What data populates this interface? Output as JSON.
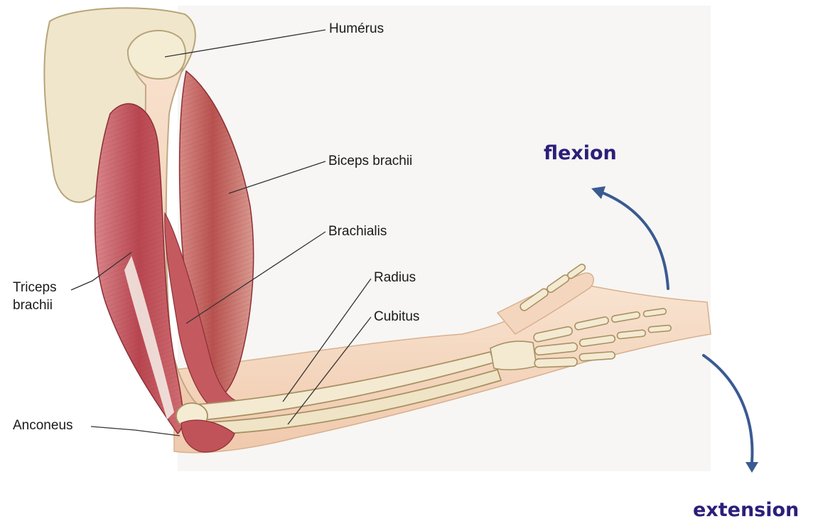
{
  "labels": {
    "humerus": "Humérus",
    "biceps": "Biceps brachii",
    "brachialis": "Brachialis",
    "radius": "Radius",
    "cubitus": "Cubitus",
    "triceps_line1": "Triceps",
    "triceps_line2": "brachii",
    "anconeus": "Anconeus"
  },
  "motions": {
    "flexion": "flexion",
    "extension": "extension"
  },
  "colors": {
    "motion_text": "#2b1f7a",
    "arrow": "#3a5a92",
    "muscle": "#c0525a",
    "bone": "#efe6cc",
    "skin": "#f5d9c2",
    "label_text": "#1a1a1a"
  }
}
